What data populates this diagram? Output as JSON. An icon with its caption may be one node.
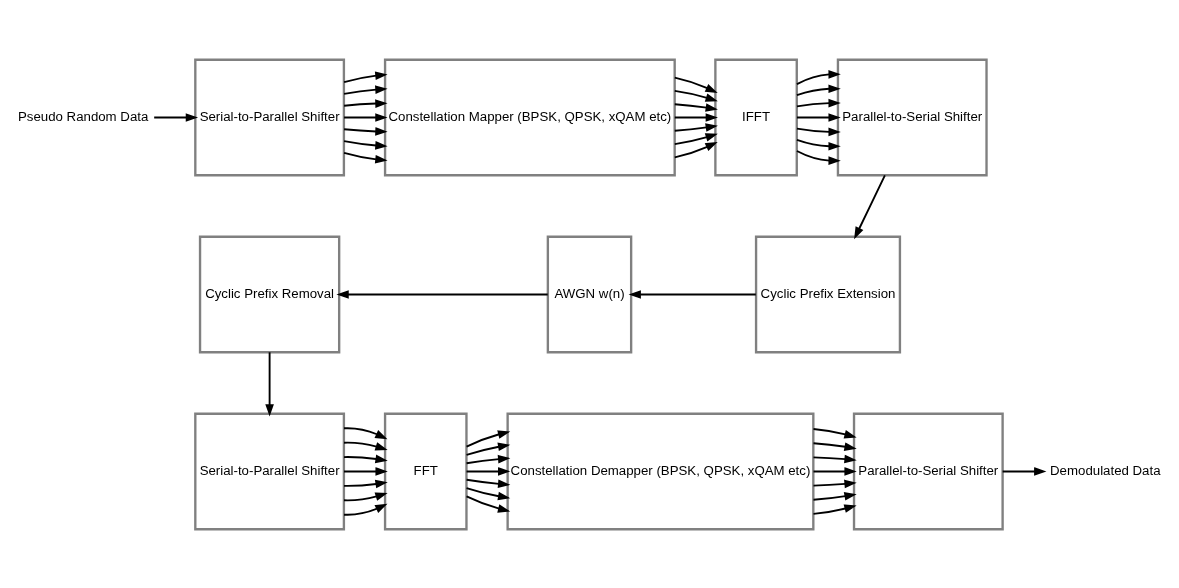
{
  "diagram": {
    "nodes": [
      {
        "text": [
          "Pseudo Random Data"
        ]
      },
      {
        "text": [
          "Serial-to-Parallel Shifter"
        ]
      },
      {
        "text": [
          "Constellation Mapper (BPSK, QPSK, xQAM etc)"
        ]
      },
      {
        "text": [
          "IFFT"
        ]
      },
      {
        "text": [
          "Parallel-to-Serial Shifter"
        ]
      },
      {
        "text": [
          "Cyclic Prefix Extension"
        ]
      },
      {
        "text": [
          "AWGN w(n)"
        ]
      },
      {
        "text": [
          "Cyclic Prefix Removal"
        ]
      },
      {
        "text": [
          "Serial-to-Parallel Shifter"
        ]
      },
      {
        "text": [
          "FFT"
        ]
      },
      {
        "text": [
          "Constellation Demapper (BPSK, QPSK, xQAM etc)"
        ]
      },
      {
        "text": [
          "Parallel-to-Serial Shifter"
        ]
      },
      {
        "text": [
          "Demodulated Data"
        ]
      }
    ],
    "edges": [
      {
        "from": 0,
        "to": 1,
        "arrow": "to"
      },
      {
        "from": 1,
        "to": 2,
        "arrow": "to"
      },
      {
        "from": 1,
        "to": 2,
        "arrow": "to"
      },
      {
        "from": 1,
        "to": 2,
        "arrow": "to"
      },
      {
        "from": 1,
        "to": 2,
        "arrow": "to"
      },
      {
        "from": 1,
        "to": 2,
        "arrow": "to"
      },
      {
        "from": 1,
        "to": 2,
        "arrow": "to"
      },
      {
        "from": 1,
        "to": 2,
        "arrow": "to"
      },
      {
        "from": 2,
        "to": 3,
        "arrow": "to"
      },
      {
        "from": 2,
        "to": 3,
        "arrow": "to"
      },
      {
        "from": 2,
        "to": 3,
        "arrow": "to"
      },
      {
        "from": 2,
        "to": 3,
        "arrow": "to"
      },
      {
        "from": 2,
        "to": 3,
        "arrow": "to"
      },
      {
        "from": 2,
        "to": 3,
        "arrow": "to"
      },
      {
        "from": 2,
        "to": 3,
        "arrow": "to"
      },
      {
        "from": 3,
        "to": 4,
        "arrow": "to"
      },
      {
        "from": 3,
        "to": 4,
        "arrow": "to"
      },
      {
        "from": 3,
        "to": 4,
        "arrow": "to"
      },
      {
        "from": 3,
        "to": 4,
        "arrow": "to"
      },
      {
        "from": 3,
        "to": 4,
        "arrow": "to"
      },
      {
        "from": 3,
        "to": 4,
        "arrow": "to"
      },
      {
        "from": 3,
        "to": 4,
        "arrow": "to"
      },
      {
        "from": 4,
        "to": 5,
        "arrow": "to"
      },
      {
        "from": 5,
        "to": 6,
        "arrow": "to"
      },
      {
        "from": 6,
        "to": 7,
        "arrow": "to"
      },
      {
        "from": 7,
        "to": 8,
        "arrow": "to"
      },
      {
        "from": 8,
        "to": 9,
        "arrow": "to"
      },
      {
        "from": 8,
        "to": 9,
        "arrow": "to"
      },
      {
        "from": 8,
        "to": 9,
        "arrow": "to"
      },
      {
        "from": 8,
        "to": 9,
        "arrow": "to"
      },
      {
        "from": 8,
        "to": 9,
        "arrow": "to"
      },
      {
        "from": 8,
        "to": 9,
        "arrow": "to"
      },
      {
        "from": 8,
        "to": 9,
        "arrow": "to"
      },
      {
        "from": 9,
        "to": 10,
        "arrow": "to"
      },
      {
        "from": 9,
        "to": 10,
        "arrow": "to"
      },
      {
        "from": 9,
        "to": 10,
        "arrow": "to"
      },
      {
        "from": 9,
        "to": 10,
        "arrow": "to"
      },
      {
        "from": 9,
        "to": 10,
        "arrow": "to"
      },
      {
        "from": 9,
        "to": 10,
        "arrow": "to"
      },
      {
        "from": 9,
        "to": 10,
        "arrow": "to"
      },
      {
        "from": 10,
        "to": 11,
        "arrow": "to"
      },
      {
        "from": 10,
        "to": 11,
        "arrow": "to"
      },
      {
        "from": 10,
        "to": 11,
        "arrow": "to"
      },
      {
        "from": 10,
        "to": 11,
        "arrow": "to"
      },
      {
        "from": 10,
        "to": 11,
        "arrow": "to"
      },
      {
        "from": 10,
        "to": 11,
        "arrow": "to"
      },
      {
        "from": 10,
        "to": 11,
        "arrow": "to"
      },
      {
        "from": 11,
        "to": 12,
        "arrow": "to"
      }
    ]
  }
}
